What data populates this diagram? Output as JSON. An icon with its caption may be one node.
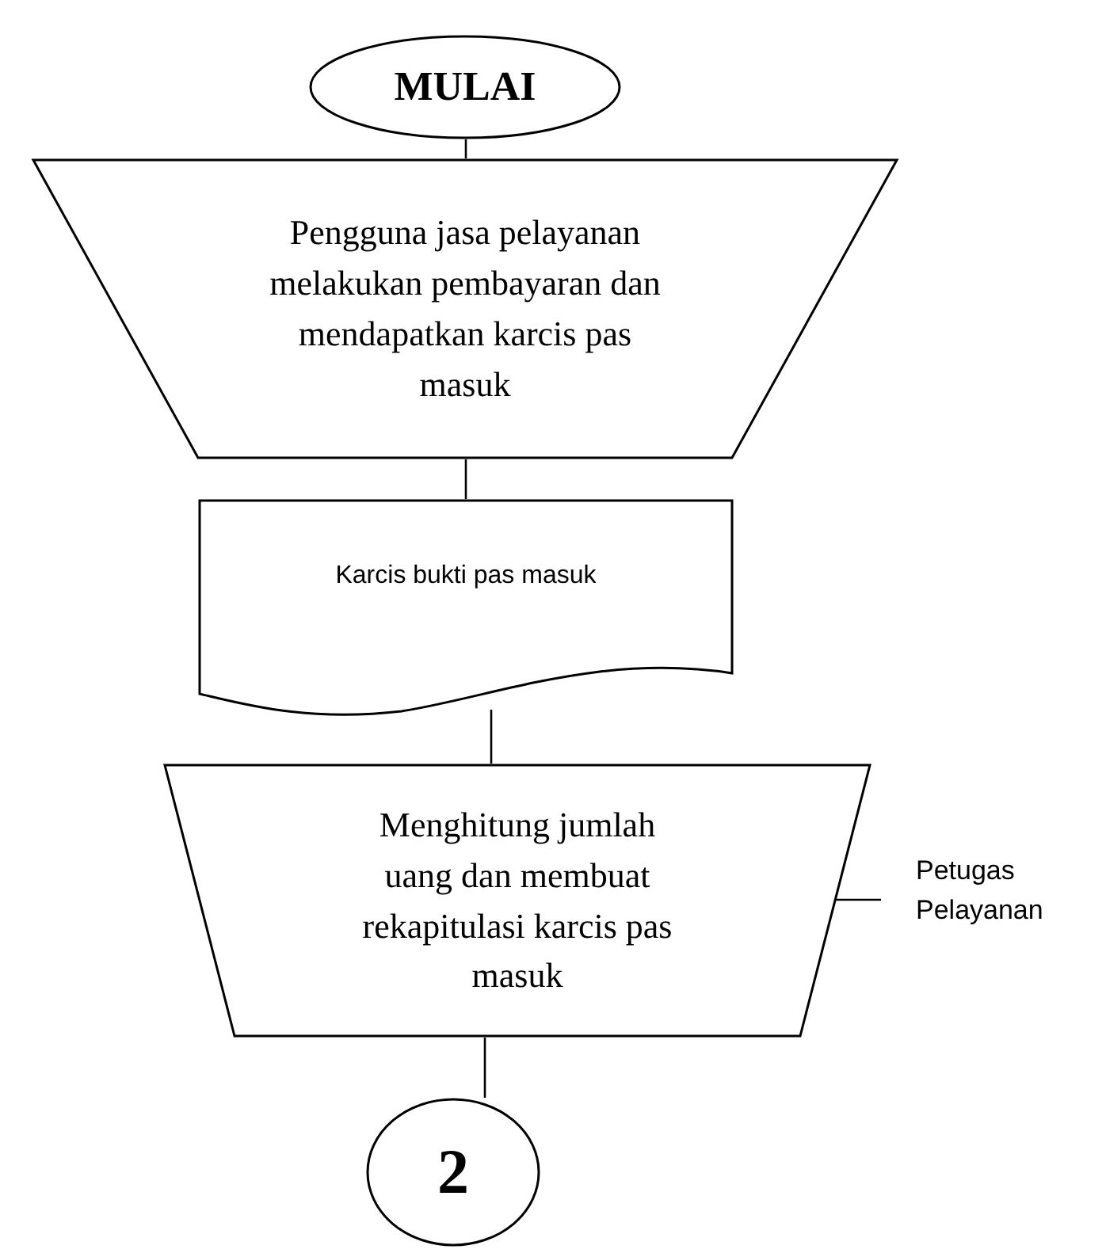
{
  "diagram": {
    "nodes": [
      {
        "text": [
          "MULAI"
        ]
      },
      {
        "text": [
          "Pengguna jasa pelayanan melakukan pembayaran dan mendapatkan karcis pas masuk"
        ]
      },
      {
        "text": [
          "Karcis bukti pas masuk"
        ]
      },
      {
        "text": [
          "Menghitung jumlah uang dan membuat rekapitulasi karcis pas masuk"
        ]
      },
      {
        "text": [
          "2"
        ]
      },
      {
        "text": [
          "Petugas Pelayanan"
        ]
      }
    ],
    "edges": [
      {
        "from": 0,
        "to": 1,
        "arrow": "none"
      },
      {
        "from": 1,
        "to": 2,
        "arrow": "none"
      },
      {
        "from": 2,
        "to": 3,
        "arrow": "none"
      },
      {
        "from": 3,
        "to": 4,
        "arrow": "none"
      },
      {
        "from": 5,
        "to": 3,
        "arrow": "none"
      }
    ]
  }
}
